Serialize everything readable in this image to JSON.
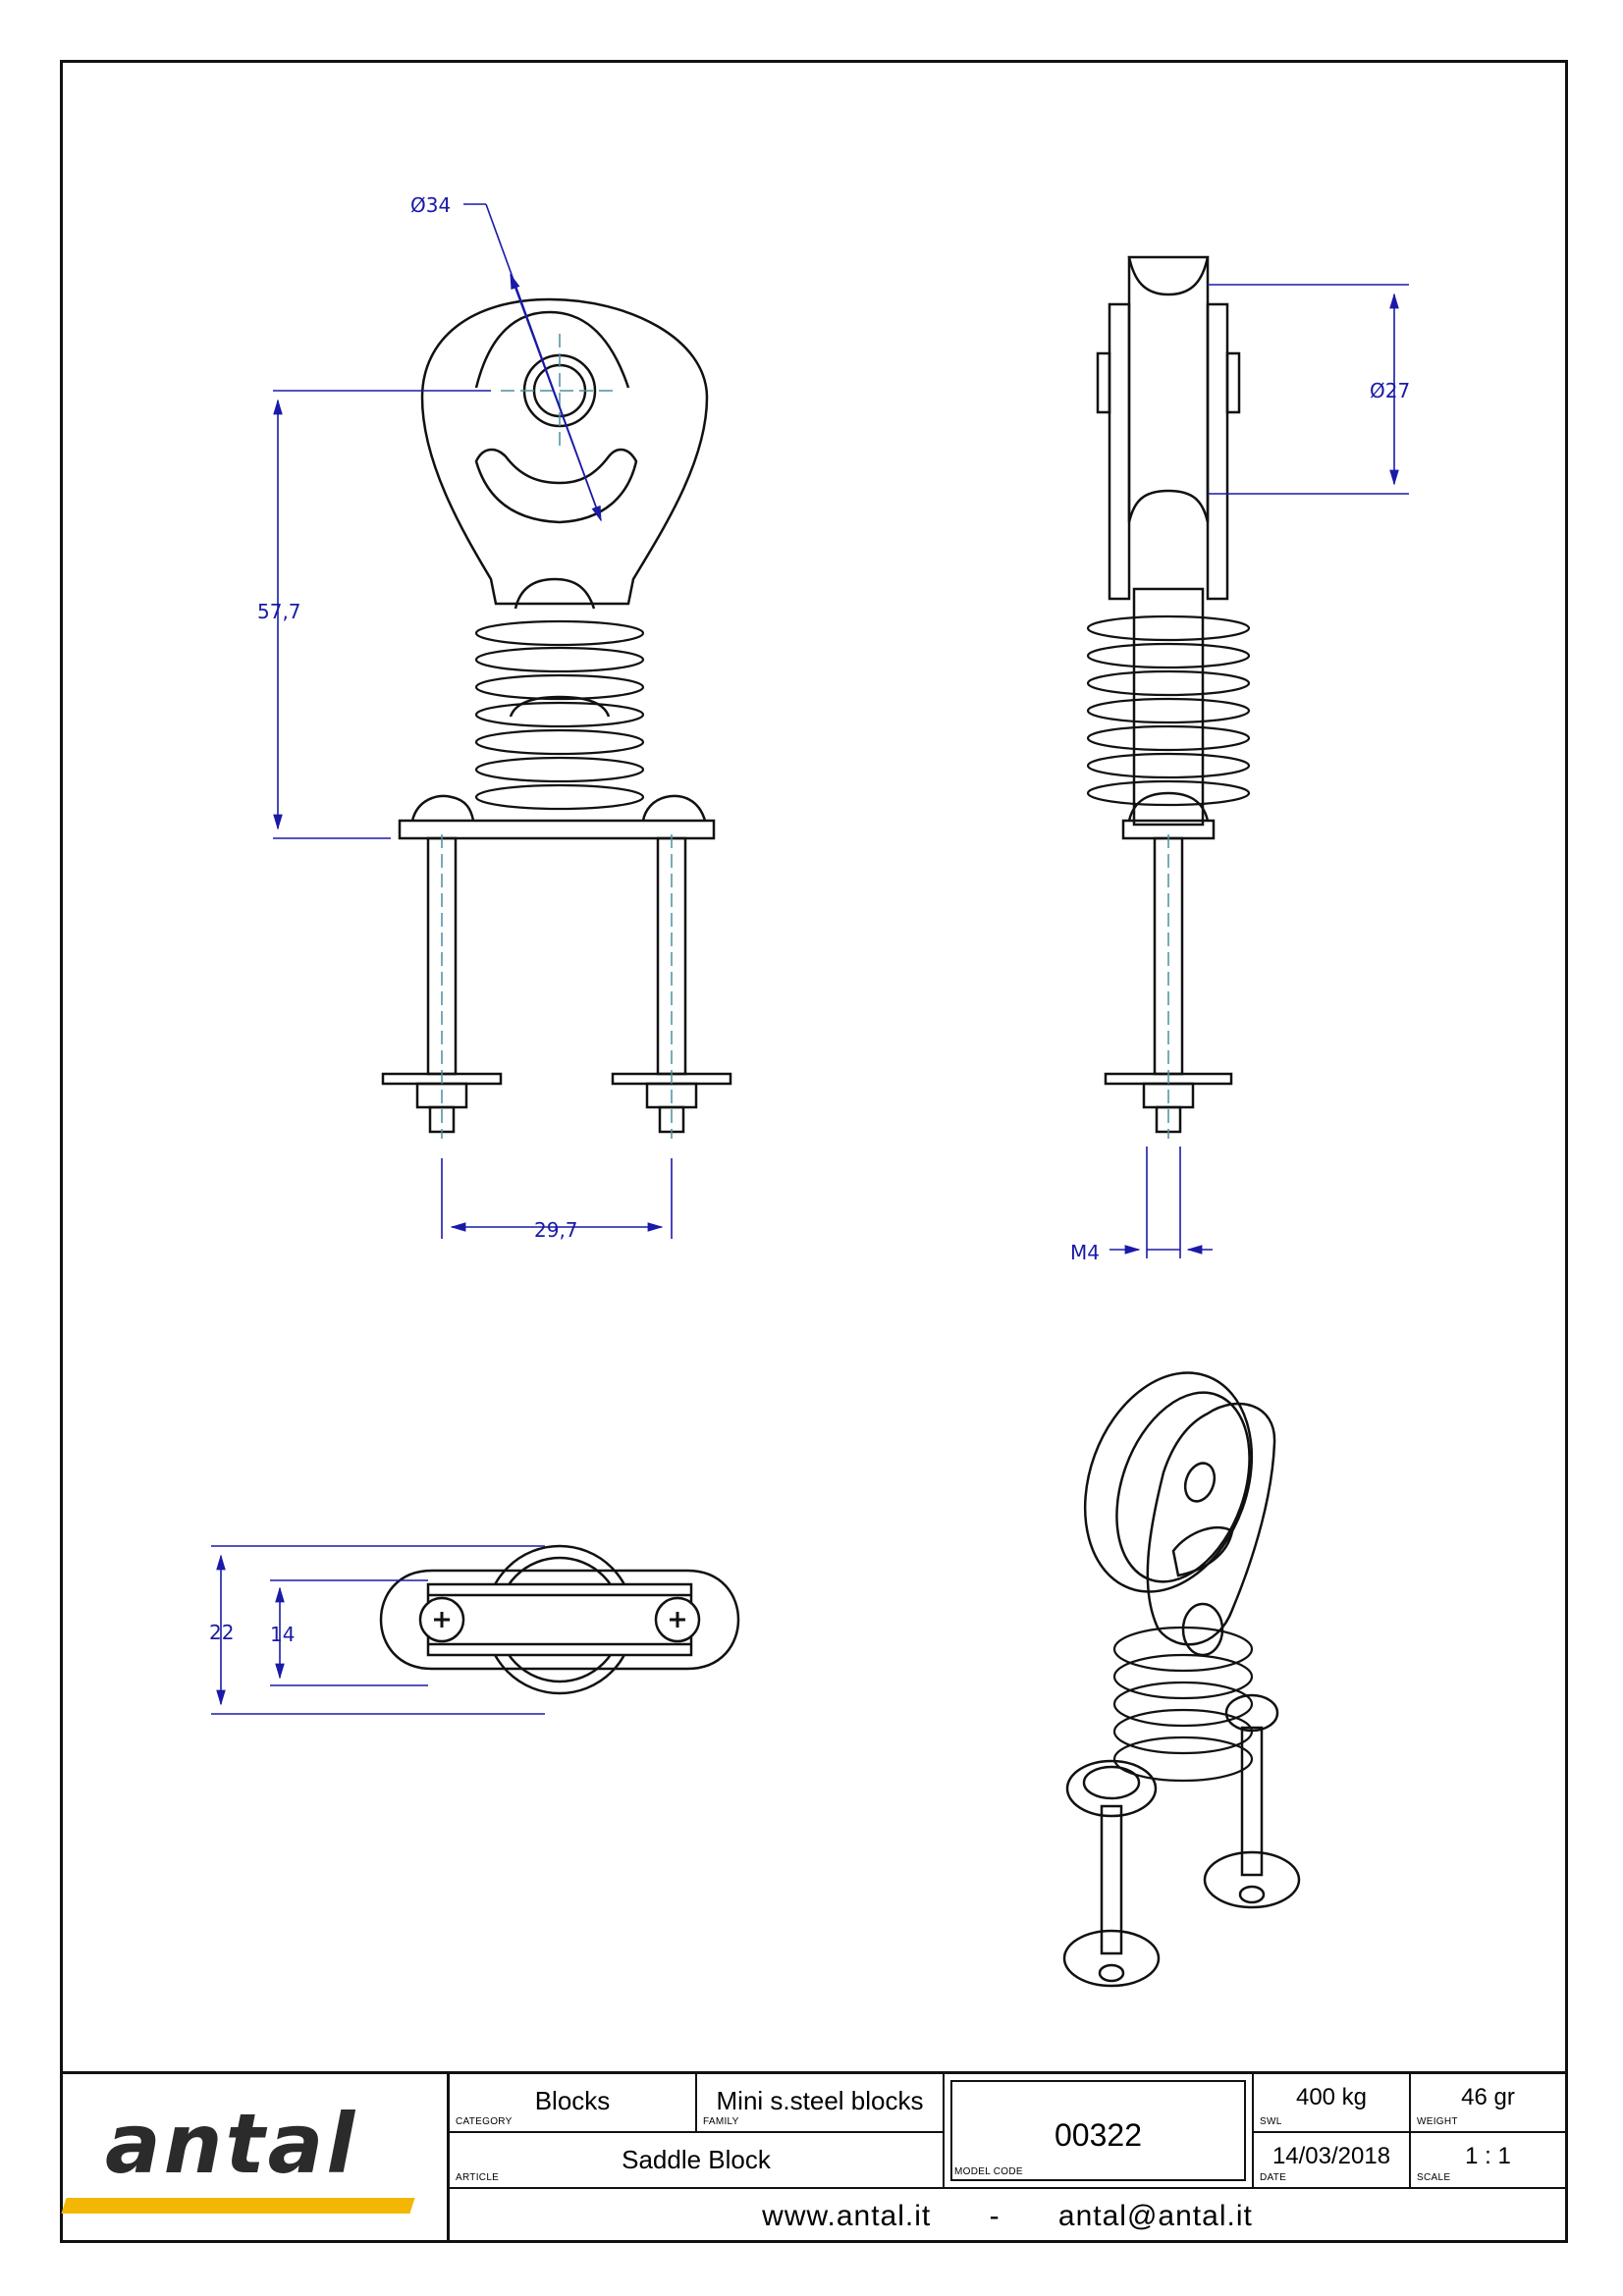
{
  "dimensions": {
    "diameter_34": "Ø34",
    "diameter_27": "Ø27",
    "height_57_7": "57,7",
    "width_29_7": "29,7",
    "thread_m4": "M4",
    "depth_22": "22",
    "depth_14": "14"
  },
  "title_block": {
    "logo_text": "antal",
    "category": {
      "value": "Blocks",
      "label": "CATEGORY"
    },
    "family": {
      "value": "Mini s.steel blocks",
      "label": "FAMILY"
    },
    "article": {
      "value": "Saddle Block",
      "label": "ARTICLE"
    },
    "model_code": {
      "value": "00322",
      "label": "MODEL CODE"
    },
    "swl": {
      "value": "400 kg",
      "label": "SWL"
    },
    "weight": {
      "value": "46 gr",
      "label": "WEIGHT"
    },
    "date": {
      "value": "14/03/2018",
      "label": "DATE"
    },
    "scale": {
      "value": "1 : 1",
      "label": "SCALE"
    },
    "contact": {
      "website": "www.antal.it",
      "separator": "-",
      "email": "antal@antal.it"
    }
  },
  "colors": {
    "dimension_lines": "#1a1aa8",
    "logo_stripe": "#f2b705",
    "ink": "#111111"
  }
}
